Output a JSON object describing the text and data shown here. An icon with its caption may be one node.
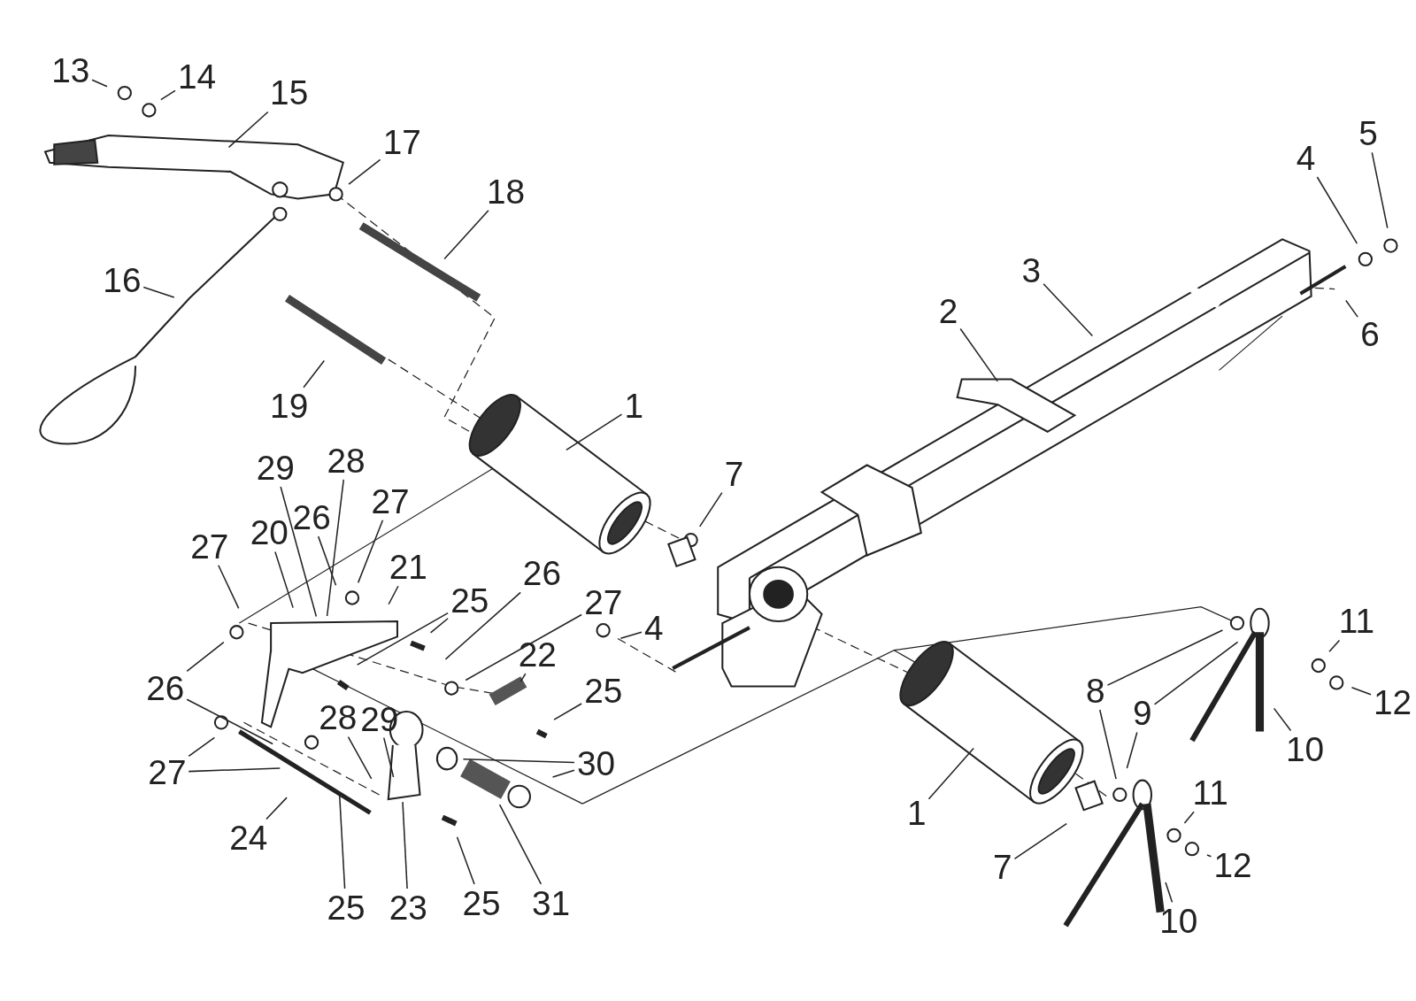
{
  "diagram": {
    "nodes": [
      {
        "text": [
          "13"
        ]
      },
      {
        "text": [
          "14"
        ]
      },
      {
        "text": [
          "15"
        ]
      },
      {
        "text": [
          "17"
        ]
      },
      {
        "text": [
          "18"
        ]
      },
      {
        "text": [
          "16"
        ]
      },
      {
        "text": [
          "19"
        ]
      },
      {
        "text": [
          "1"
        ]
      },
      {
        "text": [
          "7"
        ]
      },
      {
        "text": [
          "2"
        ]
      },
      {
        "text": [
          "3"
        ]
      },
      {
        "text": [
          "4"
        ]
      },
      {
        "text": [
          "5"
        ]
      },
      {
        "text": [
          "6"
        ]
      },
      {
        "text": [
          "29"
        ]
      },
      {
        "text": [
          "28"
        ]
      },
      {
        "text": [
          "26"
        ]
      },
      {
        "text": [
          "27"
        ]
      },
      {
        "text": [
          "27"
        ]
      },
      {
        "text": [
          "20"
        ]
      },
      {
        "text": [
          "21"
        ]
      },
      {
        "text": [
          "25"
        ]
      },
      {
        "text": [
          "26"
        ]
      },
      {
        "text": [
          "27"
        ]
      },
      {
        "text": [
          "4"
        ]
      },
      {
        "text": [
          "22"
        ]
      },
      {
        "text": [
          "25"
        ]
      },
      {
        "text": [
          "26"
        ]
      },
      {
        "text": [
          "27"
        ]
      },
      {
        "text": [
          "28"
        ]
      },
      {
        "text": [
          "29"
        ]
      },
      {
        "text": [
          "30"
        ]
      },
      {
        "text": [
          "24"
        ]
      },
      {
        "text": [
          "25"
        ]
      },
      {
        "text": [
          "23"
        ]
      },
      {
        "text": [
          "25"
        ]
      },
      {
        "text": [
          "31"
        ]
      },
      {
        "text": [
          "1"
        ]
      },
      {
        "text": [
          "7"
        ]
      },
      {
        "text": [
          "8"
        ]
      },
      {
        "text": [
          "9"
        ]
      },
      {
        "text": [
          "10"
        ]
      },
      {
        "text": [
          "11"
        ]
      },
      {
        "text": [
          "12"
        ]
      },
      {
        "text": [
          "11"
        ]
      },
      {
        "text": [
          "12"
        ]
      },
      {
        "text": [
          "10"
        ]
      }
    ],
    "edges": [
      {
        "from": 0,
        "to": null,
        "arrow": "none"
      },
      {
        "from": 1,
        "to": null,
        "arrow": "none"
      },
      {
        "from": 2,
        "to": null,
        "arrow": "none"
      },
      {
        "from": 3,
        "to": null,
        "arrow": "none"
      },
      {
        "from": 4,
        "to": null,
        "arrow": "none"
      },
      {
        "from": 5,
        "to": null,
        "arrow": "none"
      },
      {
        "from": 6,
        "to": null,
        "arrow": "none"
      },
      {
        "from": 7,
        "to": null,
        "arrow": "none"
      },
      {
        "from": 8,
        "to": null,
        "arrow": "none"
      },
      {
        "from": 9,
        "to": null,
        "arrow": "none"
      },
      {
        "from": 10,
        "to": null,
        "arrow": "none"
      },
      {
        "from": 11,
        "to": null,
        "arrow": "none"
      },
      {
        "from": 12,
        "to": null,
        "arrow": "none"
      },
      {
        "from": 13,
        "to": null,
        "arrow": "none"
      },
      {
        "from": 14,
        "to": null,
        "arrow": "none"
      },
      {
        "from": 15,
        "to": null,
        "arrow": "none"
      },
      {
        "from": 16,
        "to": null,
        "arrow": "none"
      },
      {
        "from": 17,
        "to": null,
        "arrow": "none"
      },
      {
        "from": 18,
        "to": null,
        "arrow": "none"
      },
      {
        "from": 19,
        "to": null,
        "arrow": "none"
      },
      {
        "from": 20,
        "to": null,
        "arrow": "none"
      },
      {
        "from": 21,
        "to": null,
        "arrow": "none"
      },
      {
        "from": 21,
        "to": null,
        "arrow": "none"
      },
      {
        "from": 22,
        "to": null,
        "arrow": "none"
      },
      {
        "from": 23,
        "to": null,
        "arrow": "none"
      },
      {
        "from": 24,
        "to": null,
        "arrow": "none"
      },
      {
        "from": 25,
        "to": null,
        "arrow": "none"
      },
      {
        "from": 26,
        "to": null,
        "arrow": "none"
      },
      {
        "from": 27,
        "to": null,
        "arrow": "none"
      },
      {
        "from": 27,
        "to": null,
        "arrow": "none"
      },
      {
        "from": 28,
        "to": null,
        "arrow": "none"
      },
      {
        "from": 28,
        "to": null,
        "arrow": "none"
      },
      {
        "from": 29,
        "to": null,
        "arrow": "none"
      },
      {
        "from": 30,
        "to": null,
        "arrow": "none"
      },
      {
        "from": 31,
        "to": null,
        "arrow": "none"
      },
      {
        "from": 31,
        "to": null,
        "arrow": "none"
      },
      {
        "from": 32,
        "to": null,
        "arrow": "none"
      },
      {
        "from": 33,
        "to": null,
        "arrow": "none"
      },
      {
        "from": 34,
        "to": null,
        "arrow": "none"
      },
      {
        "from": 35,
        "to": null,
        "arrow": "none"
      },
      {
        "from": 36,
        "to": null,
        "arrow": "none"
      },
      {
        "from": 37,
        "to": null,
        "arrow": "none"
      },
      {
        "from": 38,
        "to": null,
        "arrow": "none"
      },
      {
        "from": 39,
        "to": null,
        "arrow": "none"
      },
      {
        "from": 39,
        "to": null,
        "arrow": "none"
      },
      {
        "from": 40,
        "to": null,
        "arrow": "none"
      },
      {
        "from": 40,
        "to": null,
        "arrow": "none"
      },
      {
        "from": 41,
        "to": null,
        "arrow": "none"
      },
      {
        "from": 42,
        "to": null,
        "arrow": "none"
      },
      {
        "from": 43,
        "to": null,
        "arrow": "none"
      },
      {
        "from": 44,
        "to": null,
        "arrow": "none"
      },
      {
        "from": 45,
        "to": null,
        "arrow": "none"
      },
      {
        "from": 46,
        "to": null,
        "arrow": "none"
      }
    ]
  }
}
